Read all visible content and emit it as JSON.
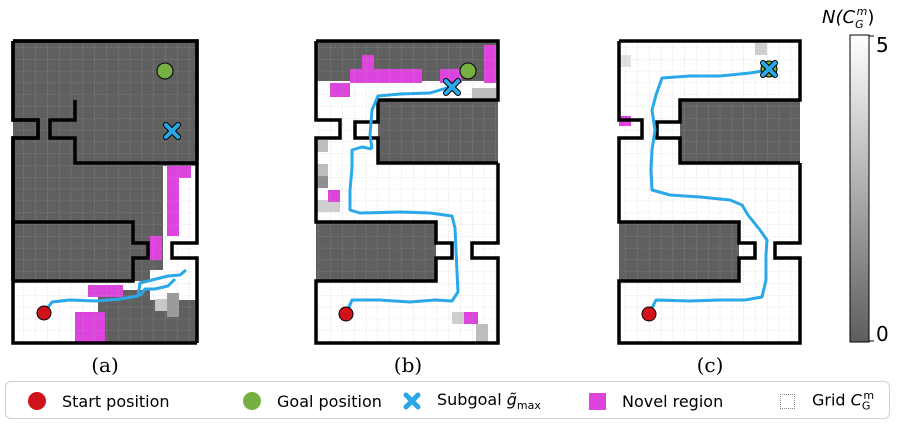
{
  "panels": [
    {
      "label": "(a)"
    },
    {
      "label": "(b)"
    },
    {
      "label": "(c)"
    }
  ],
  "colorbar": {
    "title": "N(C",
    "title_sub": "G",
    "title_sup": "m",
    "title_end": ")",
    "max_label": "5",
    "min_label": "0",
    "gradient_top": "#ffffff",
    "gradient_bottom": "#5e5e5e"
  },
  "colors": {
    "wall_region": "#5f5f5f",
    "free": "#ffffff",
    "novel": "#dd44dd",
    "path": "#2aa8e8",
    "start": "#d0121b",
    "goal": "#76b043",
    "subgoal": "#2aa8e8",
    "outline": "#000000"
  },
  "legend": {
    "start": "Start position",
    "goal": "Goal position",
    "subgoal": "Subgoal",
    "subgoal_sym": "g̃",
    "subgoal_sub": "max",
    "novel": "Novel region",
    "grid": "Grid",
    "grid_sym": "C",
    "grid_sub": "G",
    "grid_sup": "m"
  }
}
